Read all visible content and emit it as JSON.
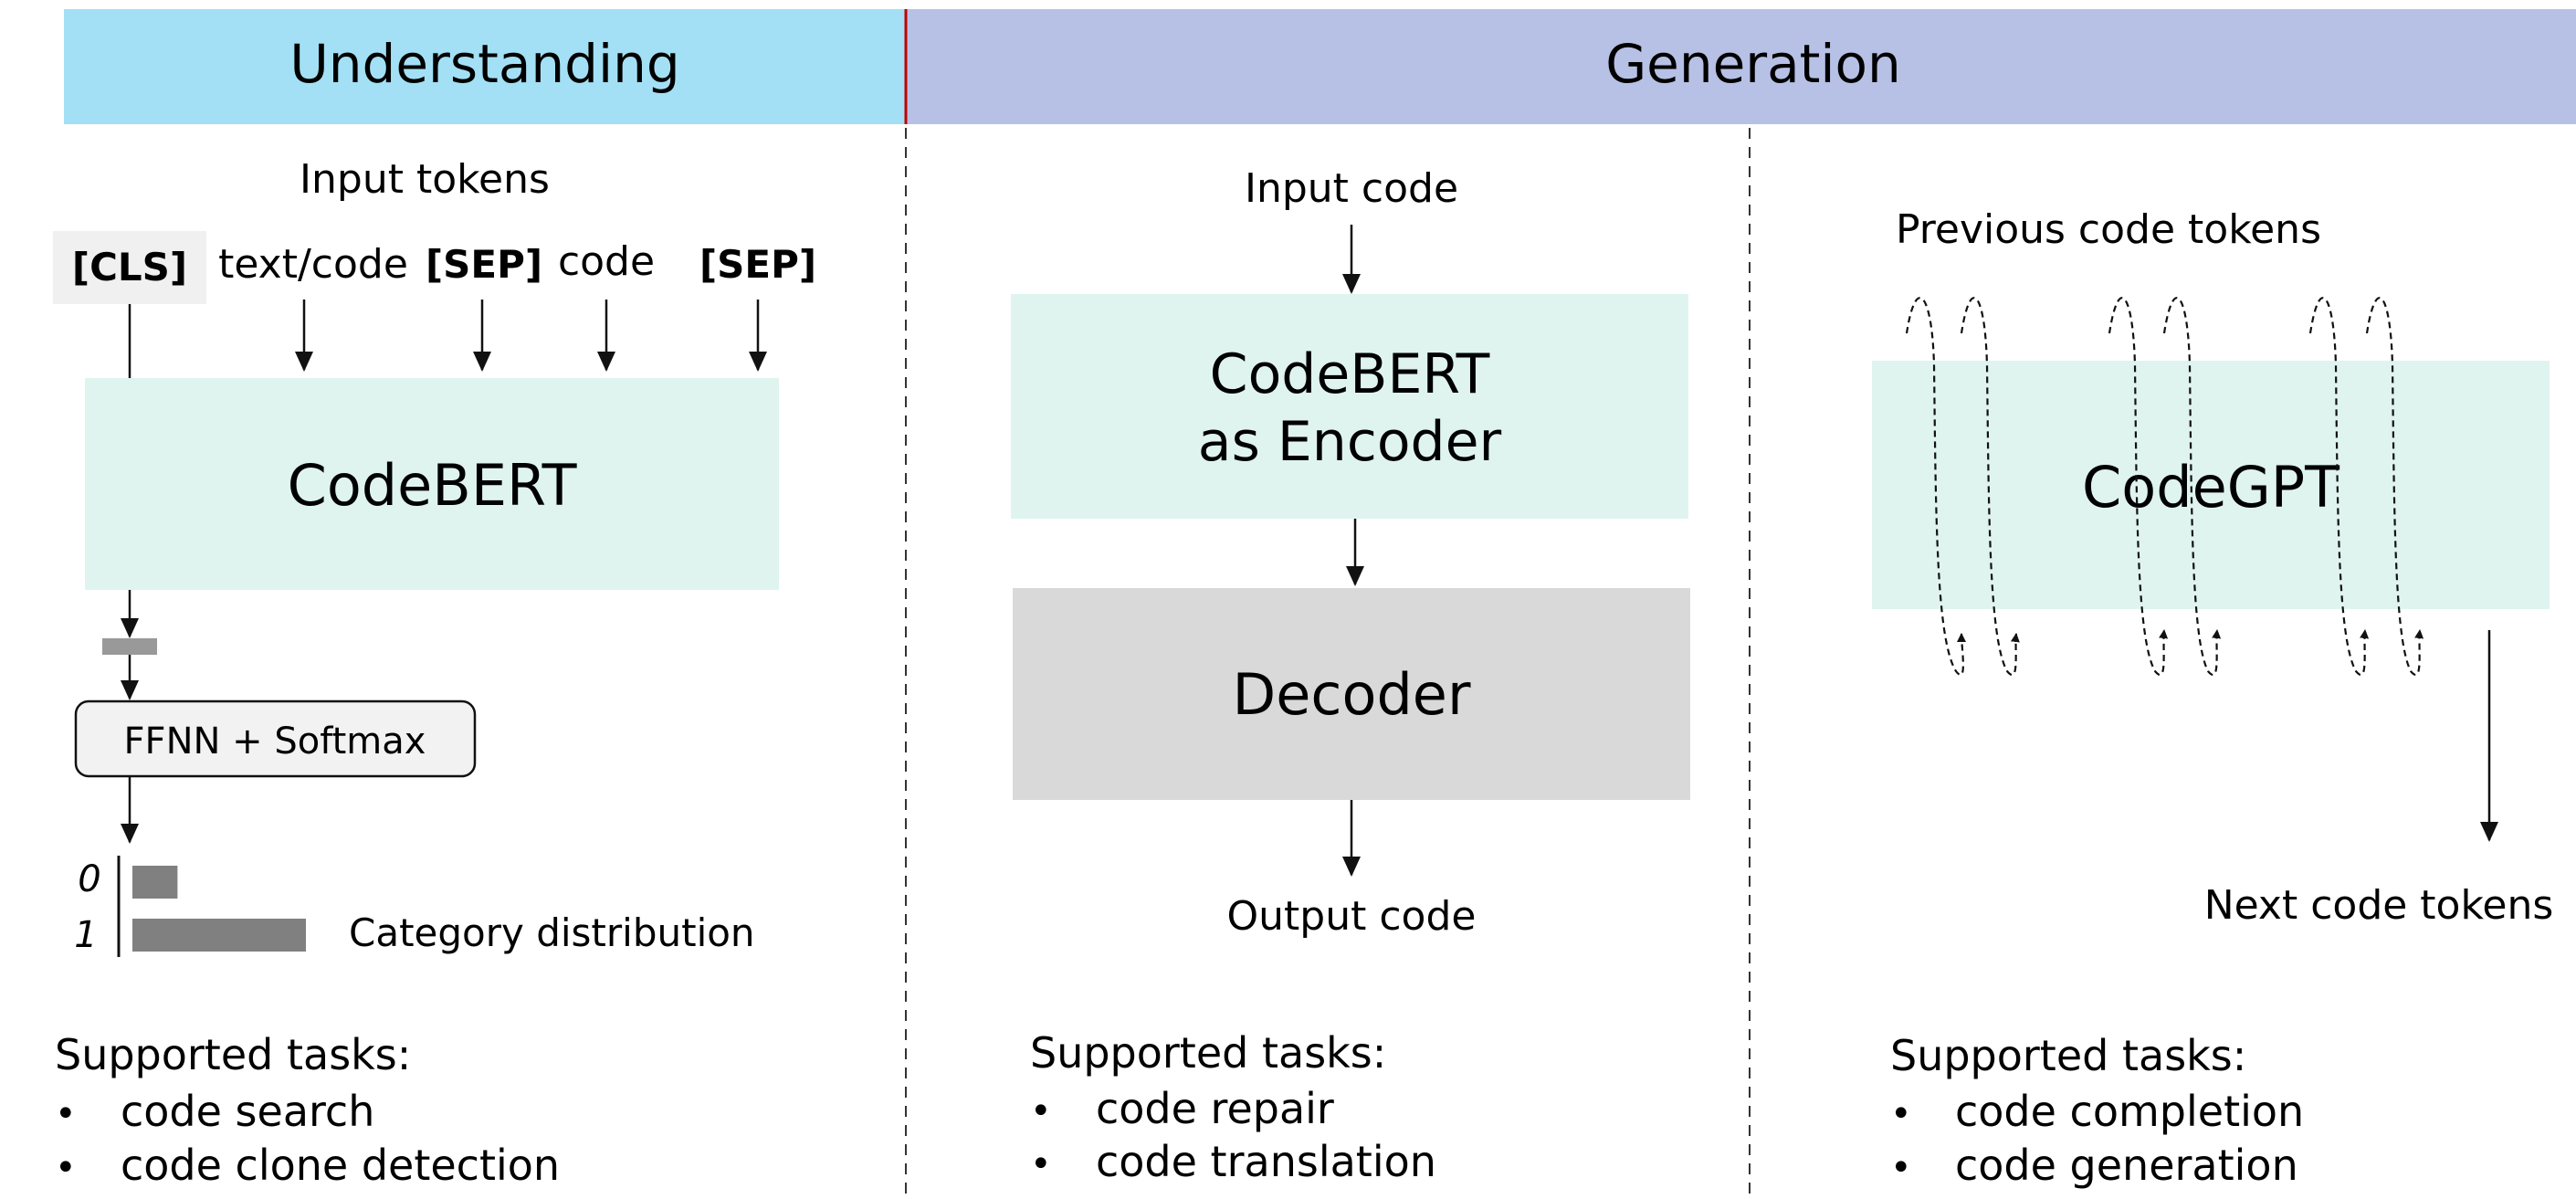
{
  "colors": {
    "understanding_header": "#a3e0f5",
    "generation_header": "#b7c1e6",
    "model_block": "#dff4ef",
    "decoder_block": "#d9d9d9",
    "cls_box": "#f0f0f0",
    "bar": "#808080",
    "header_divider": "#c00000"
  },
  "headers": {
    "understanding": "Understanding",
    "generation": "Generation"
  },
  "understanding": {
    "input_label": "Input tokens",
    "tokens": [
      "[CLS]",
      "text/code",
      "[SEP]",
      "code",
      "[SEP]"
    ],
    "model": "CodeBERT",
    "ffnn": "FFNN + Softmax",
    "category_labels": [
      "0",
      "1"
    ],
    "category_probabilities": [
      0.26,
      1.0
    ],
    "distribution_label": "Category distribution",
    "tasks_title": "Supported tasks:",
    "tasks": [
      "code search",
      "code clone detection"
    ]
  },
  "encoder_decoder": {
    "input_label": "Input code",
    "encoder_line1": "CodeBERT",
    "encoder_line2": "as Encoder",
    "decoder": "Decoder",
    "output_label": "Output code",
    "tasks_title": "Supported tasks:",
    "tasks": [
      "code repair",
      "code translation"
    ]
  },
  "codegpt": {
    "previous_label": "Previous code tokens",
    "model": "CodeGPT",
    "next_label": "Next code tokens",
    "tasks_title": "Supported tasks:",
    "tasks": [
      "code completion",
      "code generation"
    ]
  },
  "bullet": "•"
}
